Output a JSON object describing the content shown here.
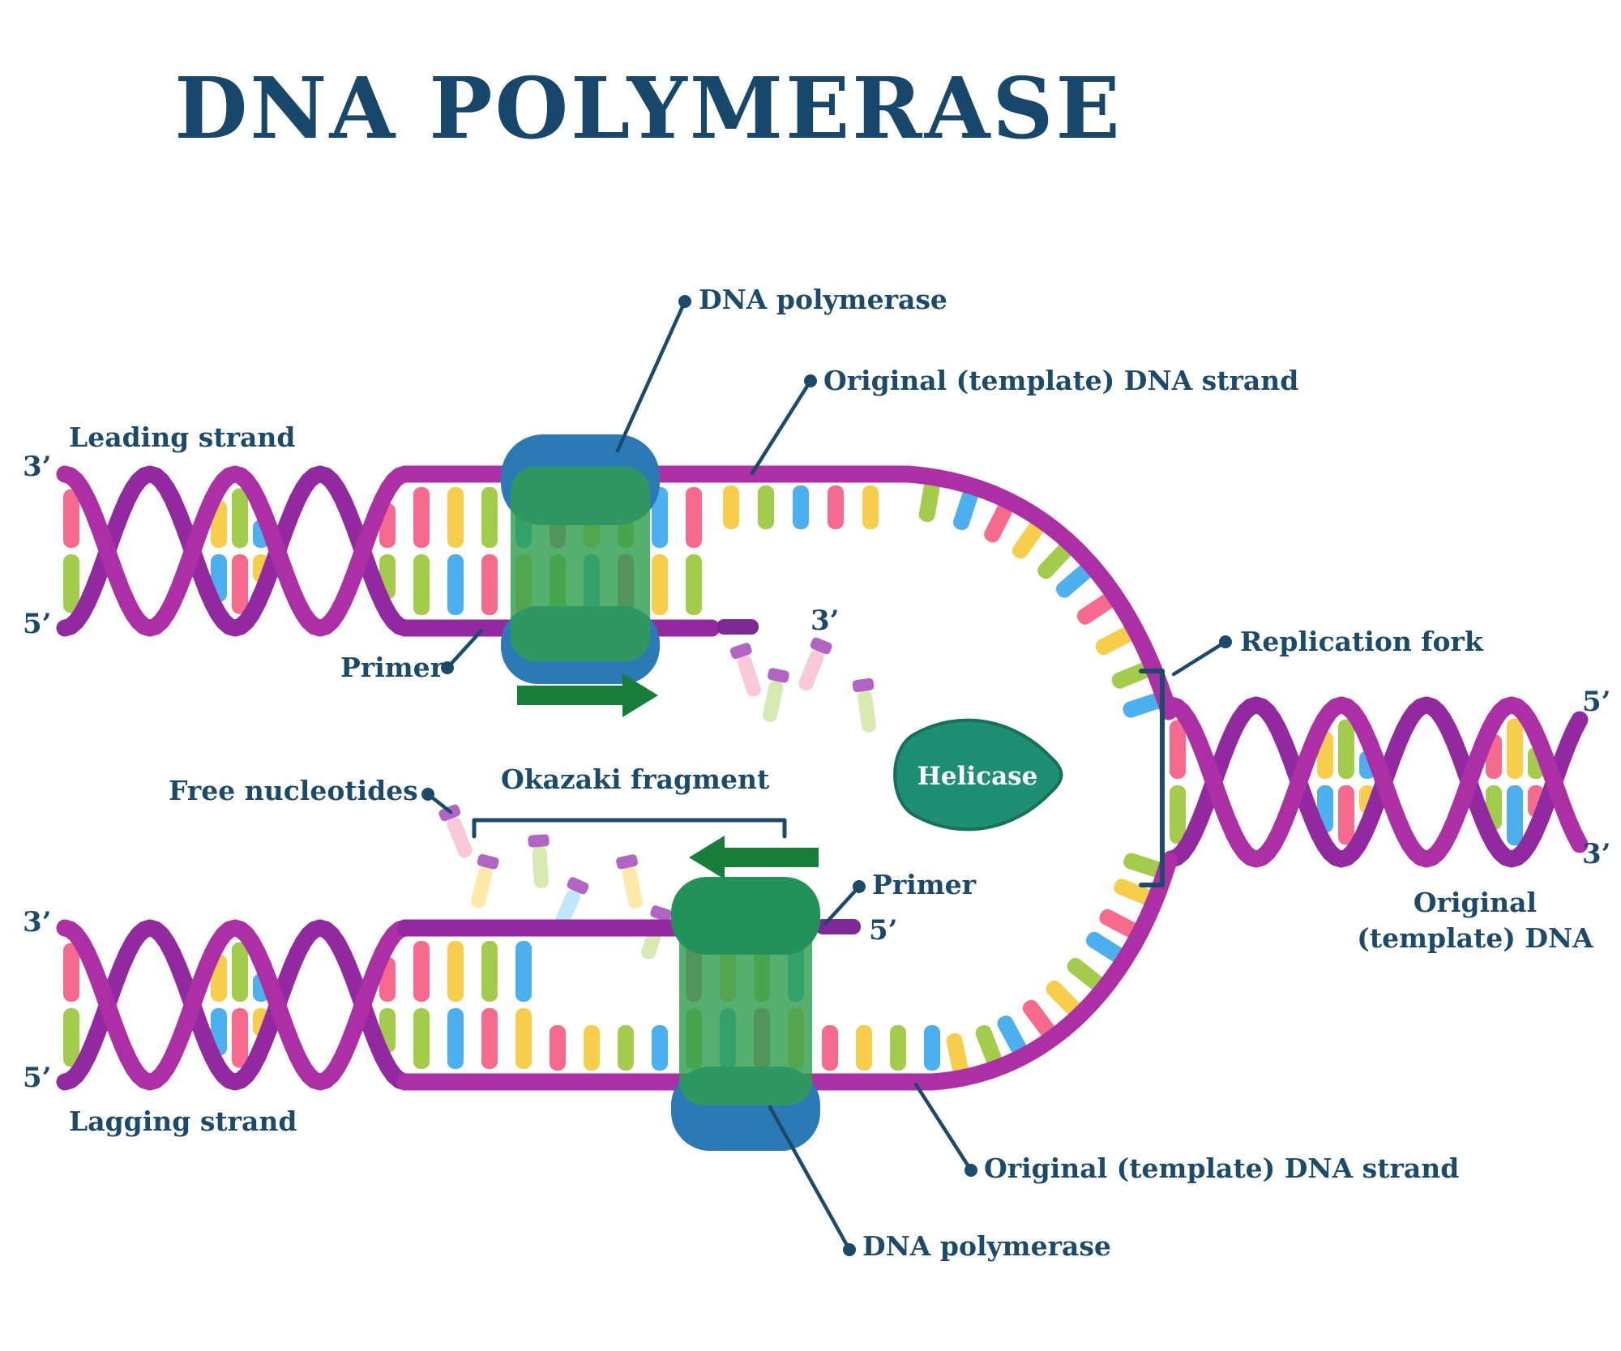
{
  "title": "DNA POLYMERASE",
  "labels": {
    "dna_polymerase_top": "DNA polymerase",
    "original_template_strand_top": "Original (template) DNA strand",
    "leading_strand": "Leading strand",
    "primer_top": "Primer",
    "replication_fork": "Replication fork",
    "helicase": "Helicase",
    "free_nucleotides": "Free nucleotides",
    "okazaki_fragment": "Okazaki fragment",
    "primer_bottom": "Primer",
    "original_template_dna_line1": "Original",
    "original_template_dna_line2": "(template) DNA",
    "lagging_strand": "Lagging strand",
    "original_template_strand_bottom": "Original (template) DNA strand",
    "dna_polymerase_bottom": "DNA polymerase"
  },
  "markers": {
    "top_left_3": "3’",
    "top_left_5": "5’",
    "leading_end_3": "3’",
    "right_5": "5’",
    "right_3": "3’",
    "bottom_left_3": "3’",
    "bottom_left_5": "5’",
    "primer_5": "5’"
  },
  "colors": {
    "navy": "#1b4a6b",
    "backbone_bright": "#ad2fa5",
    "backbone_dark": "#9229a0",
    "primer_purple": "#7e2a96",
    "base_pink": "#f56a8d",
    "base_yellow": "#f7ce4b",
    "base_green": "#a4cc4c",
    "base_blue": "#4cb0ee",
    "pale_pink": "#f8c9d9",
    "pale_yellow": "#ffe9a9",
    "pale_green": "#d6eab2",
    "pale_blue": "#c0e6f8",
    "nucleotide_cap": "#b264c4",
    "enzyme_green": "#2f9e4f",
    "enzyme_green_dark": "#23915a",
    "enzyme_blue": "#2b7ab5",
    "helicase_teal": "#1f8f74",
    "helicase_edge": "#15705c",
    "arrow_green": "#187f3b",
    "background": "#ffffff"
  }
}
